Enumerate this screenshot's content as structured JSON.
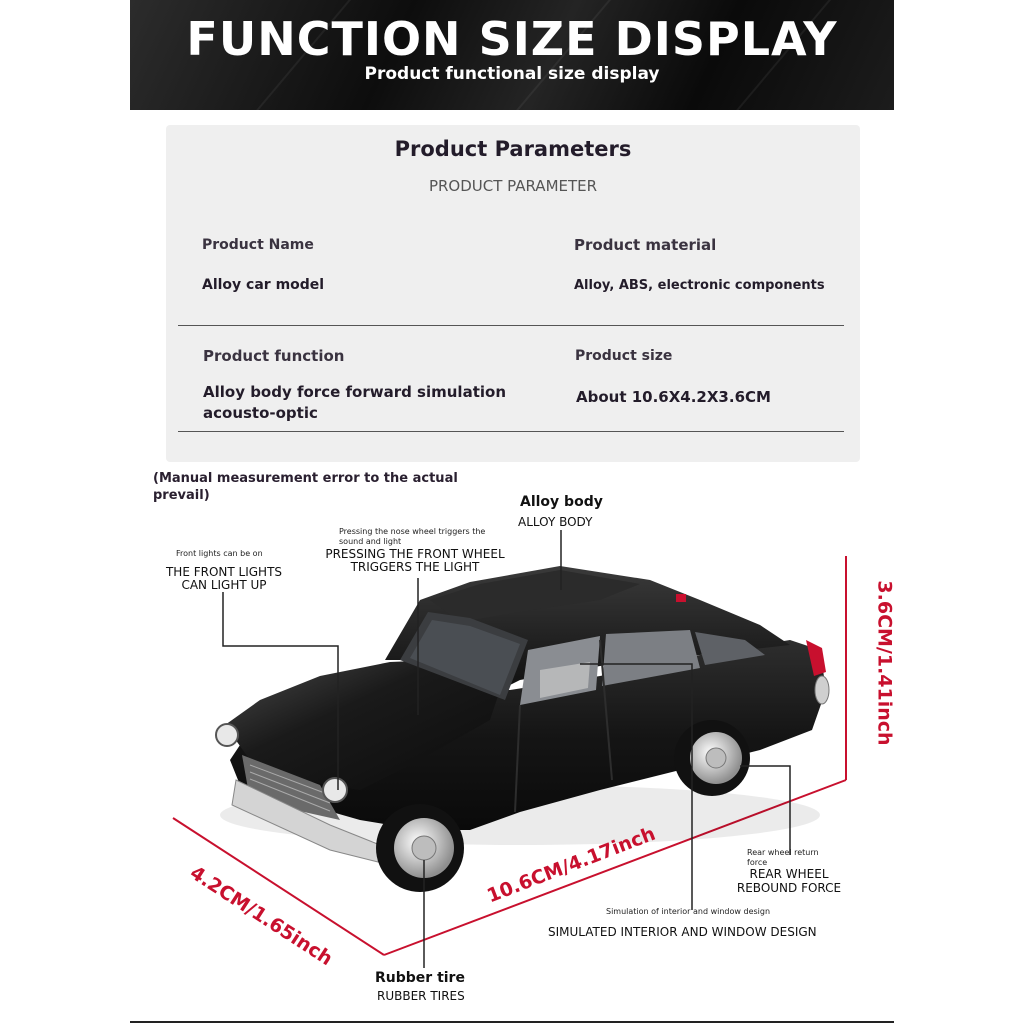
{
  "banner": {
    "title": "FUNCTION SIZE DISPLAY",
    "subtitle": "Product functional size display"
  },
  "parameters": {
    "title": "Product Parameters",
    "subtitle": "PRODUCT PARAMETER",
    "name_label": "Product Name",
    "name_value": "Alloy car model",
    "material_label": "Product material",
    "material_value": "Alloy, ABS, electronic components",
    "function_label": "Product function",
    "function_value_line1": "Alloy body force forward simulation",
    "function_value_line2": "acousto-optic",
    "size_label": "Product size",
    "size_value": "About 10.6X4.2X3.6CM"
  },
  "note": {
    "line1": "(Manual measurement error to the actual",
    "line2": "prevail)"
  },
  "callouts": {
    "alloy_body_title": "Alloy body",
    "alloy_body_caption": "ALLOY BODY",
    "front_wheel_small_1": "Pressing the nose wheel triggers the",
    "front_wheel_small_2": "sound and light",
    "front_wheel_caption_1": "PRESSING THE FRONT WHEEL",
    "front_wheel_caption_2": "TRIGGERS THE LIGHT",
    "front_lights_small": "Front lights can be on",
    "front_lights_caption_1": "THE FRONT LIGHTS",
    "front_lights_caption_2": "CAN LIGHT UP",
    "rear_wheel_small_1": "Rear wheel return",
    "rear_wheel_small_2": "force",
    "rear_wheel_caption_1": "REAR WHEEL",
    "rear_wheel_caption_2": "REBOUND FORCE",
    "interior_small": "Simulation of interior and window design",
    "interior_caption": "SIMULATED INTERIOR AND WINDOW DESIGN",
    "tire_title": "Rubber tire",
    "tire_caption": "RUBBER TIRES"
  },
  "dimensions": {
    "height": "3.6CM/1.41inch",
    "length": "10.6CM/4.17inch",
    "width": "4.2CM/1.65inch"
  },
  "colors": {
    "accent_red": "#c8102e",
    "car_body": "#141414"
  }
}
